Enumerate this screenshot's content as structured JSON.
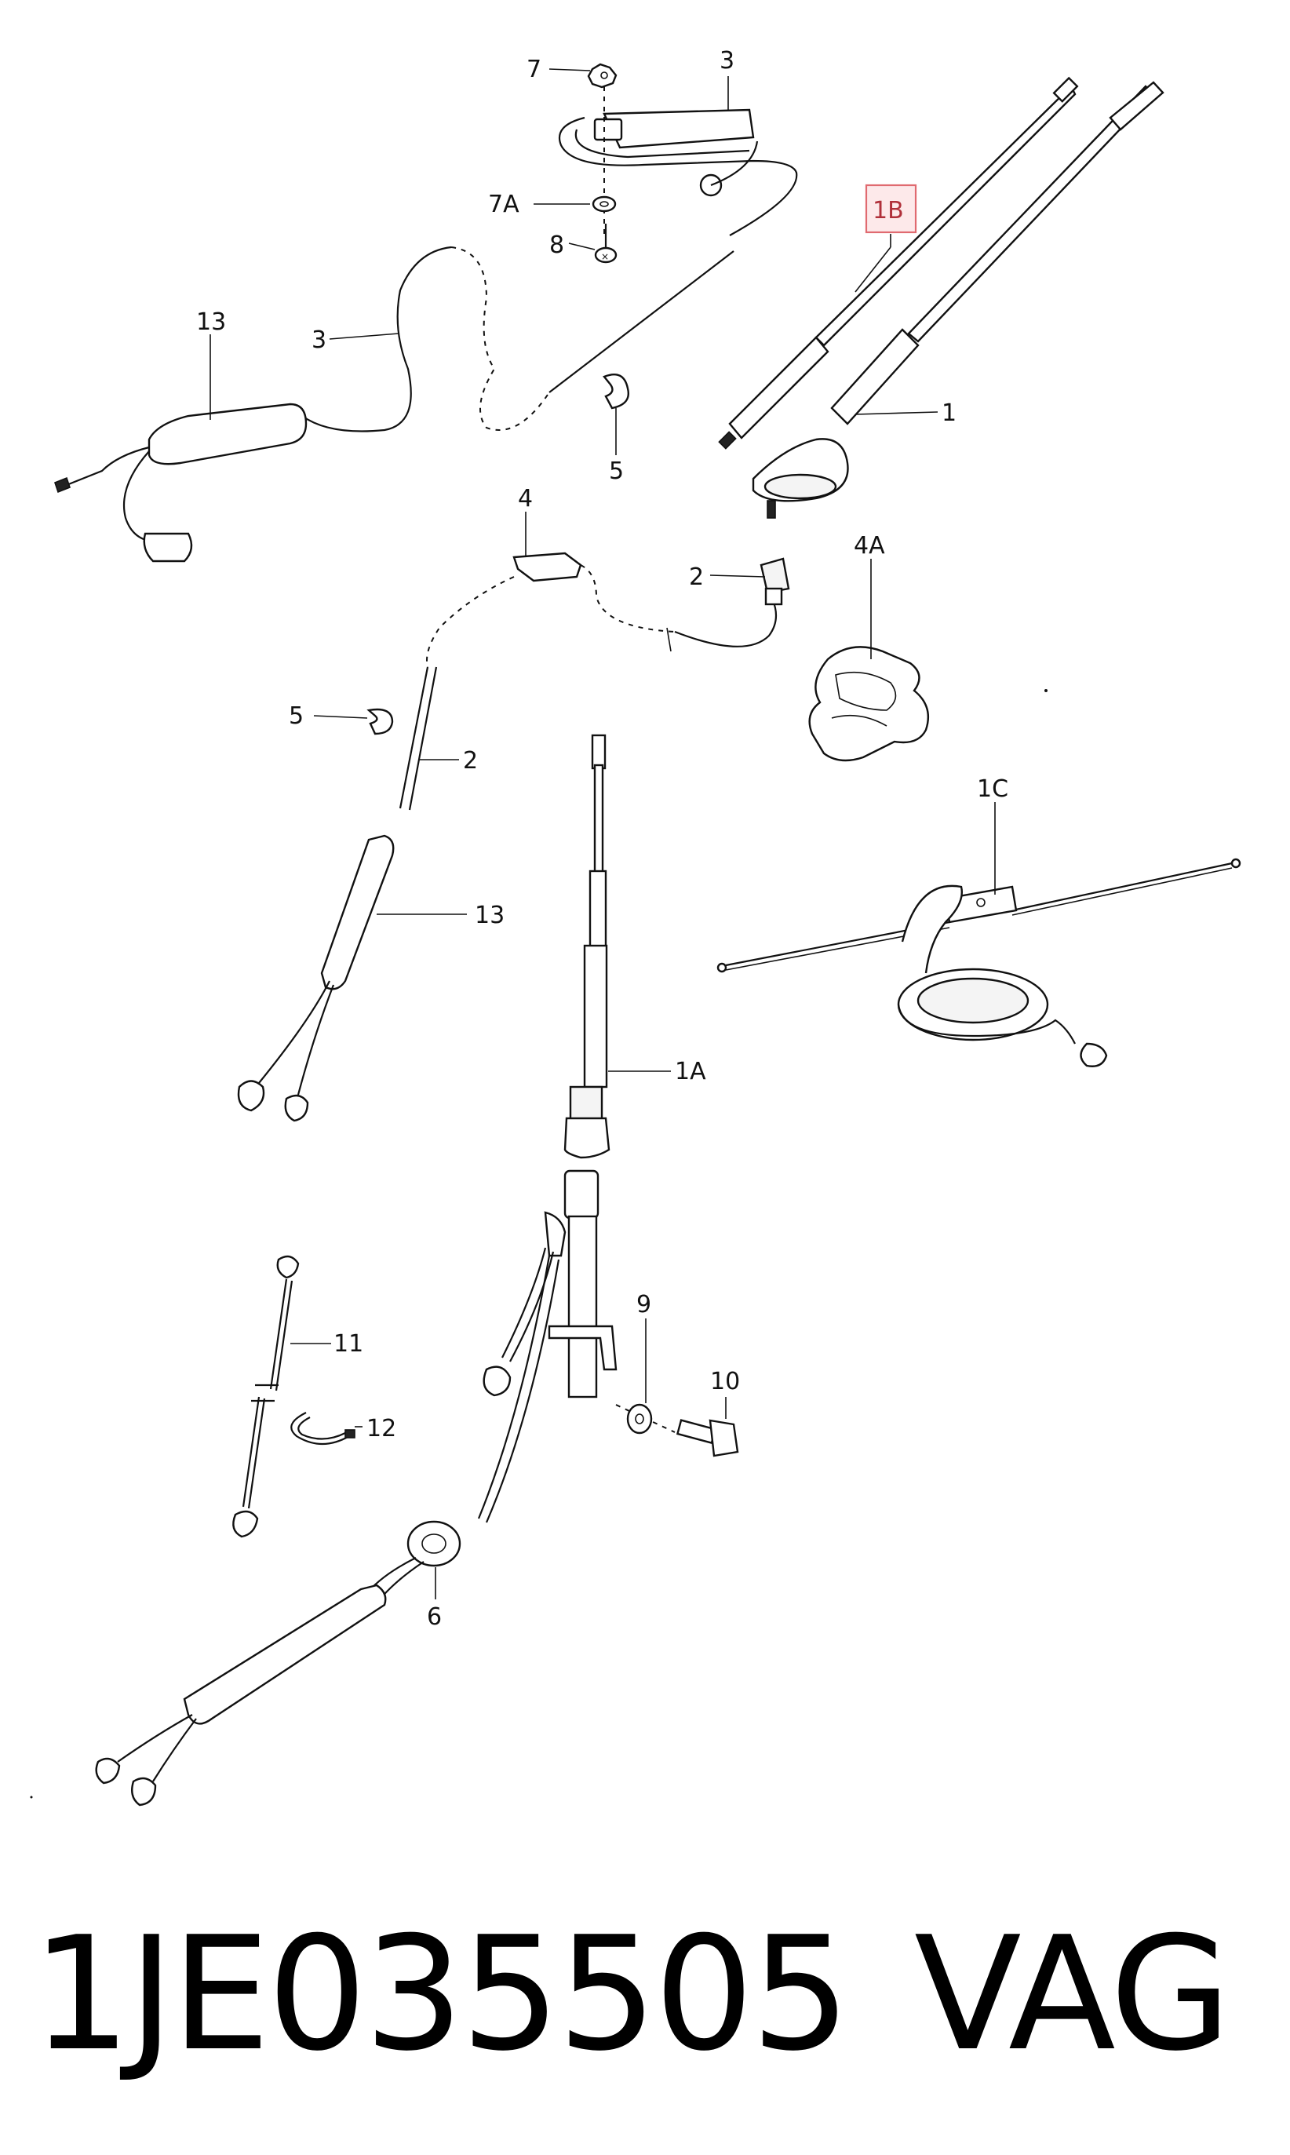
{
  "callouts": {
    "c7": "7",
    "c3_top": "3",
    "c7a": "7A",
    "c8": "8",
    "c13_top": "13",
    "c3_left": "3",
    "c5_top": "5",
    "c1b": "1B",
    "c1": "1",
    "c4": "4",
    "c2_right": "2",
    "c4a": "4A",
    "c5_mid": "5",
    "c2_mid": "2",
    "c13_mid": "13",
    "c1c": "1C",
    "c1a": "1A",
    "c9": "9",
    "c10": "10",
    "c11": "11",
    "c12": "12",
    "c6": "6"
  },
  "highlight_box_color": "#e06a70",
  "caption": {
    "part_number": "1JE035505",
    "brand": "VAG"
  }
}
